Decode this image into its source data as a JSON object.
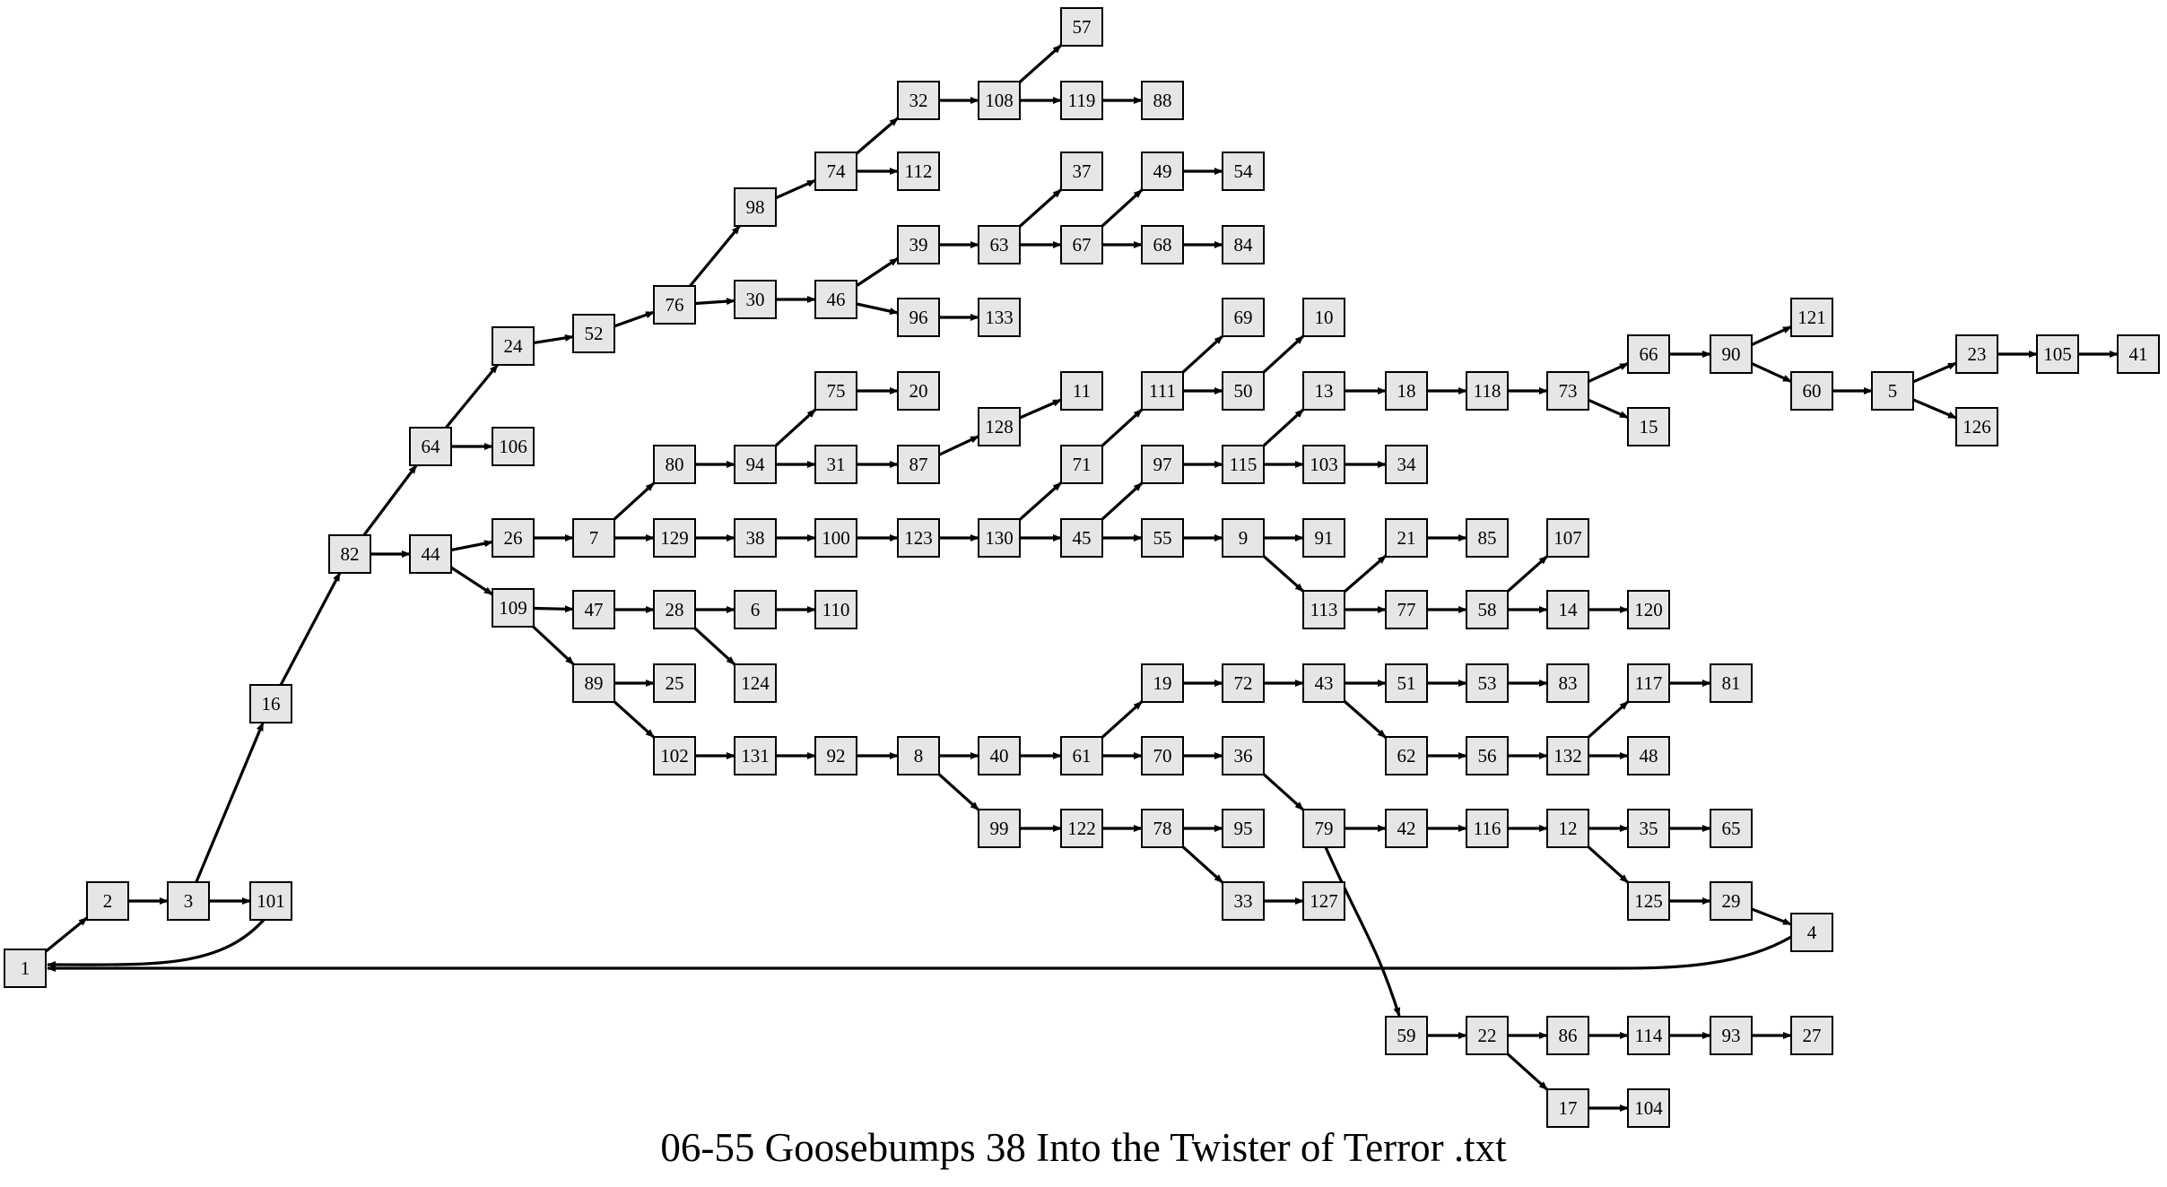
{
  "caption": "06-55 Goosebumps 38 Into the Twister of Terror .txt",
  "nodes": [
    "1",
    "2",
    "3",
    "101",
    "16",
    "82",
    "64",
    "44",
    "24",
    "106",
    "52",
    "76",
    "98",
    "74",
    "32",
    "108",
    "57",
    "119",
    "88",
    "112",
    "30",
    "46",
    "39",
    "63",
    "37",
    "67",
    "49",
    "54",
    "68",
    "84",
    "96",
    "133",
    "26",
    "109",
    "7",
    "80",
    "94",
    "75",
    "20",
    "31",
    "87",
    "128",
    "11",
    "129",
    "38",
    "100",
    "123",
    "130",
    "71",
    "111",
    "69",
    "50",
    "10",
    "45",
    "97",
    "115",
    "13",
    "18",
    "118",
    "73",
    "66",
    "90",
    "121",
    "60",
    "5",
    "23",
    "105",
    "41",
    "126",
    "15",
    "103",
    "34",
    "55",
    "9",
    "91",
    "113",
    "21",
    "85",
    "77",
    "58",
    "107",
    "14",
    "120",
    "47",
    "28",
    "6",
    "110",
    "124",
    "89",
    "25",
    "102",
    "131",
    "92",
    "8",
    "40",
    "61",
    "19",
    "72",
    "43",
    "51",
    "53",
    "83",
    "62",
    "56",
    "132",
    "117",
    "81",
    "48",
    "70",
    "36",
    "79",
    "42",
    "116",
    "12",
    "35",
    "65",
    "125",
    "29",
    "4",
    "59",
    "22",
    "86",
    "114",
    "93",
    "27",
    "17",
    "104",
    "99",
    "122",
    "78",
    "95",
    "33",
    "127"
  ],
  "edges": [
    [
      "1",
      "2"
    ],
    [
      "2",
      "3"
    ],
    [
      "3",
      "101"
    ],
    [
      "3",
      "16"
    ],
    [
      "101",
      "1"
    ],
    [
      "16",
      "82"
    ],
    [
      "82",
      "64"
    ],
    [
      "82",
      "44"
    ],
    [
      "64",
      "24"
    ],
    [
      "64",
      "106"
    ],
    [
      "24",
      "52"
    ],
    [
      "52",
      "76"
    ],
    [
      "76",
      "98"
    ],
    [
      "76",
      "30"
    ],
    [
      "98",
      "74"
    ],
    [
      "74",
      "32"
    ],
    [
      "74",
      "112"
    ],
    [
      "32",
      "108"
    ],
    [
      "108",
      "57"
    ],
    [
      "108",
      "119"
    ],
    [
      "119",
      "88"
    ],
    [
      "30",
      "46"
    ],
    [
      "46",
      "39"
    ],
    [
      "46",
      "96"
    ],
    [
      "39",
      "63"
    ],
    [
      "63",
      "37"
    ],
    [
      "63",
      "67"
    ],
    [
      "67",
      "49"
    ],
    [
      "67",
      "68"
    ],
    [
      "49",
      "54"
    ],
    [
      "68",
      "84"
    ],
    [
      "96",
      "133"
    ],
    [
      "44",
      "26"
    ],
    [
      "44",
      "109"
    ],
    [
      "26",
      "7"
    ],
    [
      "7",
      "80"
    ],
    [
      "7",
      "129"
    ],
    [
      "80",
      "94"
    ],
    [
      "94",
      "75"
    ],
    [
      "94",
      "31"
    ],
    [
      "75",
      "20"
    ],
    [
      "31",
      "87"
    ],
    [
      "87",
      "128"
    ],
    [
      "128",
      "11"
    ],
    [
      "129",
      "38"
    ],
    [
      "38",
      "100"
    ],
    [
      "100",
      "123"
    ],
    [
      "123",
      "130"
    ],
    [
      "130",
      "71"
    ],
    [
      "130",
      "45"
    ],
    [
      "71",
      "111"
    ],
    [
      "111",
      "69"
    ],
    [
      "111",
      "50"
    ],
    [
      "50",
      "10"
    ],
    [
      "45",
      "97"
    ],
    [
      "45",
      "55"
    ],
    [
      "97",
      "115"
    ],
    [
      "115",
      "13"
    ],
    [
      "115",
      "103"
    ],
    [
      "103",
      "34"
    ],
    [
      "13",
      "18"
    ],
    [
      "18",
      "118"
    ],
    [
      "118",
      "73"
    ],
    [
      "73",
      "66"
    ],
    [
      "73",
      "15"
    ],
    [
      "66",
      "90"
    ],
    [
      "90",
      "121"
    ],
    [
      "90",
      "60"
    ],
    [
      "60",
      "5"
    ],
    [
      "5",
      "23"
    ],
    [
      "5",
      "126"
    ],
    [
      "23",
      "105"
    ],
    [
      "105",
      "41"
    ],
    [
      "55",
      "9"
    ],
    [
      "9",
      "91"
    ],
    [
      "9",
      "113"
    ],
    [
      "113",
      "21"
    ],
    [
      "113",
      "77"
    ],
    [
      "21",
      "85"
    ],
    [
      "77",
      "58"
    ],
    [
      "58",
      "107"
    ],
    [
      "58",
      "14"
    ],
    [
      "14",
      "120"
    ],
    [
      "109",
      "47"
    ],
    [
      "109",
      "89"
    ],
    [
      "47",
      "28"
    ],
    [
      "28",
      "6"
    ],
    [
      "28",
      "124"
    ],
    [
      "6",
      "110"
    ],
    [
      "89",
      "25"
    ],
    [
      "89",
      "102"
    ],
    [
      "102",
      "131"
    ],
    [
      "131",
      "92"
    ],
    [
      "92",
      "8"
    ],
    [
      "8",
      "40"
    ],
    [
      "8",
      "99"
    ],
    [
      "40",
      "61"
    ],
    [
      "61",
      "19"
    ],
    [
      "61",
      "70"
    ],
    [
      "19",
      "72"
    ],
    [
      "72",
      "43"
    ],
    [
      "43",
      "51"
    ],
    [
      "43",
      "62"
    ],
    [
      "51",
      "53"
    ],
    [
      "53",
      "83"
    ],
    [
      "62",
      "56"
    ],
    [
      "56",
      "132"
    ],
    [
      "132",
      "117"
    ],
    [
      "132",
      "48"
    ],
    [
      "117",
      "81"
    ],
    [
      "70",
      "36"
    ],
    [
      "36",
      "79"
    ],
    [
      "79",
      "42"
    ],
    [
      "79",
      "59"
    ],
    [
      "42",
      "116"
    ],
    [
      "116",
      "12"
    ],
    [
      "12",
      "35"
    ],
    [
      "12",
      "125"
    ],
    [
      "35",
      "65"
    ],
    [
      "125",
      "29"
    ],
    [
      "29",
      "4"
    ],
    [
      "4",
      "1"
    ],
    [
      "59",
      "22"
    ],
    [
      "22",
      "86"
    ],
    [
      "22",
      "17"
    ],
    [
      "86",
      "114"
    ],
    [
      "114",
      "93"
    ],
    [
      "93",
      "27"
    ],
    [
      "17",
      "104"
    ],
    [
      "99",
      "122"
    ],
    [
      "122",
      "78"
    ],
    [
      "78",
      "95"
    ],
    [
      "78",
      "33"
    ],
    [
      "33",
      "127"
    ]
  ]
}
